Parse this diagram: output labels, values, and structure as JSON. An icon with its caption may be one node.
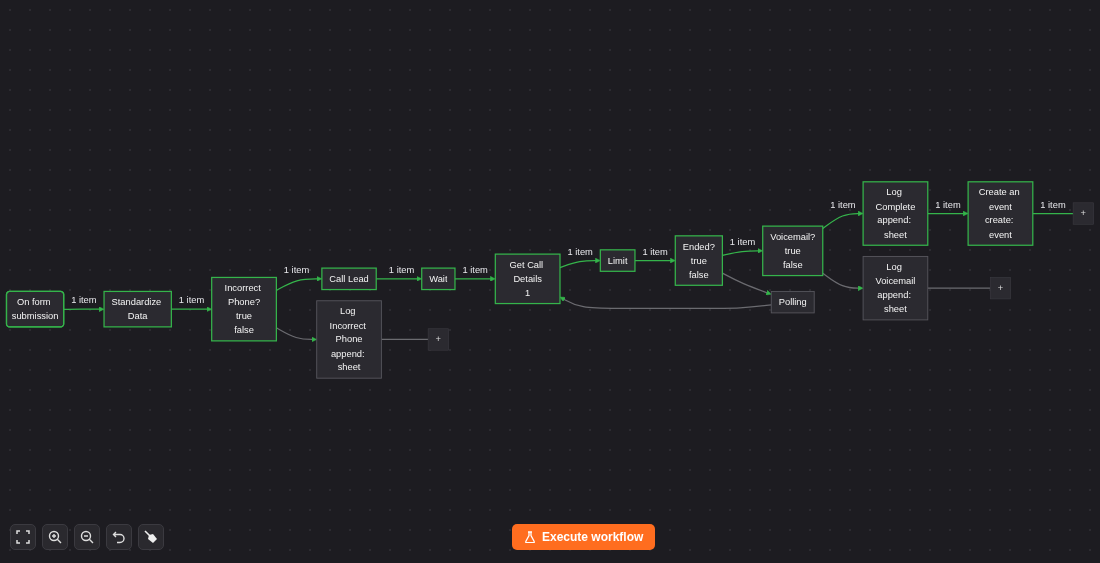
{
  "diagram": {
    "nodes": [
      {
        "text": [
          "On form submission"
        ]
      },
      {
        "text": [
          "Standardize Data"
        ]
      },
      {
        "text": [
          "Incorrect Phone?",
          "true",
          "false"
        ]
      },
      {
        "text": [
          "Log Incorrect Phone",
          "append: sheet"
        ]
      },
      {
        "text": [
          "Call Lead"
        ]
      },
      {
        "text": [
          "Wait"
        ]
      },
      {
        "text": [
          "Get Call Details",
          "1"
        ]
      },
      {
        "text": [
          "Limit"
        ]
      },
      {
        "text": [
          "Ended?",
          "true",
          "false"
        ]
      },
      {
        "text": [
          "Voicemail?",
          "true",
          "false"
        ]
      },
      {
        "text": [
          "Log Voicemail",
          "append: sheet"
        ]
      },
      {
        "text": [
          "Log Complete",
          "append: sheet"
        ]
      },
      {
        "text": [
          "Create an event",
          "create: event"
        ]
      },
      {
        "text": [
          "Polling"
        ]
      },
      {
        "text": [
          "+"
        ]
      },
      {
        "text": [
          "+"
        ]
      },
      {
        "text": [
          "+"
        ]
      }
    ],
    "edges": [
      {
        "from": 0,
        "to": 1,
        "arrow": "to",
        "label": "1 item"
      },
      {
        "from": 1,
        "to": 2,
        "arrow": "to",
        "label": "1 item"
      },
      {
        "from": 2,
        "to": 3,
        "arrow": "to",
        "color": "#6b6b70"
      },
      {
        "from": 2,
        "to": 4,
        "arrow": "to",
        "label": "1 item"
      },
      {
        "from": 3,
        "to": 14,
        "arrow": "none",
        "color": "#6b6b70"
      },
      {
        "from": 4,
        "to": 5,
        "arrow": "to",
        "label": "1 item"
      },
      {
        "from": 5,
        "to": 6,
        "arrow": "to",
        "label": "1 item"
      },
      {
        "from": 6,
        "to": 7,
        "arrow": "to",
        "label": "1 item"
      },
      {
        "from": 7,
        "to": 8,
        "arrow": "to",
        "label": "1 item"
      },
      {
        "from": 8,
        "to": 9,
        "arrow": "to",
        "label": "1 item"
      },
      {
        "from": 8,
        "to": 13,
        "arrow": "to",
        "color": "#6b6b70"
      },
      {
        "from": 13,
        "to": 6,
        "arrow": "to",
        "color": "#6b6b70"
      },
      {
        "from": 9,
        "to": 10,
        "arrow": "to",
        "color": "#6b6b70"
      },
      {
        "from": 9,
        "to": 11,
        "arrow": "to",
        "label": "1 item"
      },
      {
        "from": 10,
        "to": 15,
        "arrow": "none",
        "color": "#6b6b70"
      },
      {
        "from": 11,
        "to": 12,
        "arrow": "to",
        "label": "1 item"
      },
      {
        "from": 12,
        "to": 16,
        "arrow": "none",
        "label": "1 item"
      }
    ],
    "labels": [
      "Execute workflow"
    ]
  }
}
